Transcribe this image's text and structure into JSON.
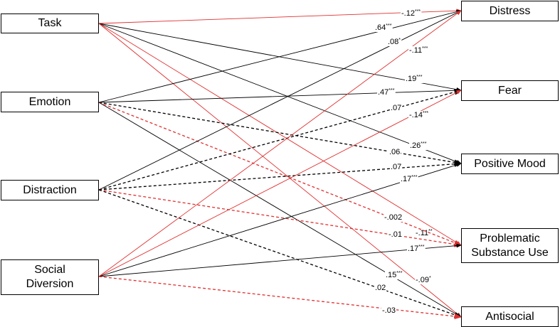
{
  "predictors": {
    "task": "Task",
    "emotion": "Emotion",
    "distraction": "Distraction",
    "social": "Social\nDiversion"
  },
  "outcomes": {
    "distress": "Distress",
    "fear": "Fear",
    "positive": "Positive Mood",
    "psu": "Problematic\nSubstance Use",
    "antisocial": "Antisocial"
  },
  "colors": {
    "positive_path": "#000000",
    "negative_path": "#e03030",
    "significant_style": "solid",
    "nonsignificant_style": "dashed"
  },
  "paths": [
    {
      "from": "task",
      "to": "distress",
      "coef": "-.12",
      "sig": "***",
      "sign": "negative",
      "significant": true
    },
    {
      "from": "task",
      "to": "fear",
      "coef": ".19",
      "sig": "***",
      "sign": "positive",
      "significant": true
    },
    {
      "from": "task",
      "to": "positive",
      "coef": ".26",
      "sig": "***",
      "sign": "positive",
      "significant": true
    },
    {
      "from": "task",
      "to": "psu",
      "coef": "-.11",
      "sig": "**",
      "sign": "negative",
      "significant": true
    },
    {
      "from": "task",
      "to": "antisocial",
      "coef": "-.09",
      "sig": "*",
      "sign": "negative",
      "significant": true
    },
    {
      "from": "emotion",
      "to": "distress",
      "coef": ".64",
      "sig": "***",
      "sign": "positive",
      "significant": true
    },
    {
      "from": "emotion",
      "to": "fear",
      "coef": ".47",
      "sig": "***",
      "sign": "positive",
      "significant": true
    },
    {
      "from": "emotion",
      "to": "positive",
      "coef": ".06",
      "sig": "",
      "sign": "positive",
      "significant": false
    },
    {
      "from": "emotion",
      "to": "psu",
      "coef": "-.002",
      "sig": "",
      "sign": "negative",
      "significant": false
    },
    {
      "from": "emotion",
      "to": "antisocial",
      "coef": ".15",
      "sig": "***",
      "sign": "positive",
      "significant": true
    },
    {
      "from": "distraction",
      "to": "distress",
      "coef": ".08",
      "sig": "*",
      "sign": "positive",
      "significant": true
    },
    {
      "from": "distraction",
      "to": "fear",
      "coef": ".07",
      "sig": "",
      "sign": "positive",
      "significant": false
    },
    {
      "from": "distraction",
      "to": "positive",
      "coef": ".07",
      "sig": "",
      "sign": "positive",
      "significant": false
    },
    {
      "from": "distraction",
      "to": "psu",
      "coef": "-.01",
      "sig": "",
      "sign": "negative",
      "significant": false
    },
    {
      "from": "distraction",
      "to": "antisocial",
      "coef": ".02",
      "sig": "",
      "sign": "positive",
      "significant": false
    },
    {
      "from": "social",
      "to": "distress",
      "coef": "-.11",
      "sig": "***",
      "sign": "negative",
      "significant": true
    },
    {
      "from": "social",
      "to": "fear",
      "coef": "-.14",
      "sig": "***",
      "sign": "negative",
      "significant": true
    },
    {
      "from": "social",
      "to": "positive",
      "coef": ".17",
      "sig": "***",
      "sign": "positive",
      "significant": true
    },
    {
      "from": "social",
      "to": "psu",
      "coef": ".17",
      "sig": "***",
      "sign": "positive",
      "significant": true
    },
    {
      "from": "social",
      "to": "antisocial",
      "coef": "-.03",
      "sig": "",
      "sign": "negative",
      "significant": false
    }
  ]
}
